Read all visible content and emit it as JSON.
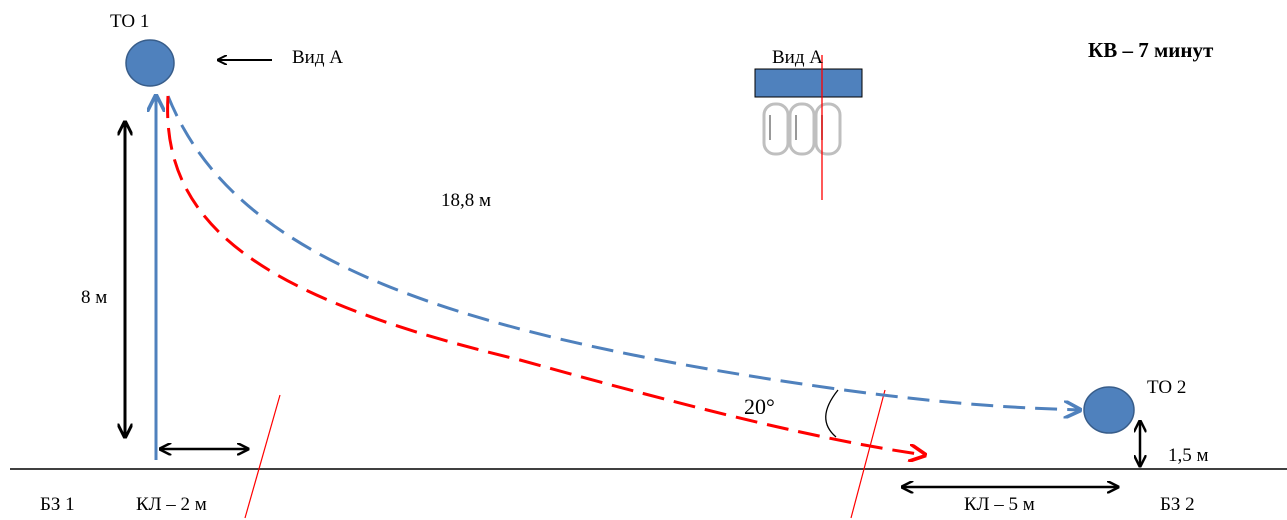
{
  "title": "КВ – 7 минут",
  "labels": {
    "to1": "ТО 1",
    "to2": "ТО 2",
    "view_arrow": "Вид А",
    "view_detail": "Вид А",
    "distance": "18,8 м",
    "height": "8 м",
    "angle": "20°",
    "offset": "1,5 м",
    "bz1": "БЗ 1",
    "bz2": "БЗ 2",
    "kl1": "КЛ – 2 м",
    "kl2": "КЛ – 5 м"
  },
  "colors": {
    "node_fill": "#4f81bd",
    "node_stroke": "#385d8a",
    "blue_line": "#4f81bd",
    "red_line": "#ff0000",
    "black": "#000000",
    "carabiner": "#bfbfbf"
  }
}
